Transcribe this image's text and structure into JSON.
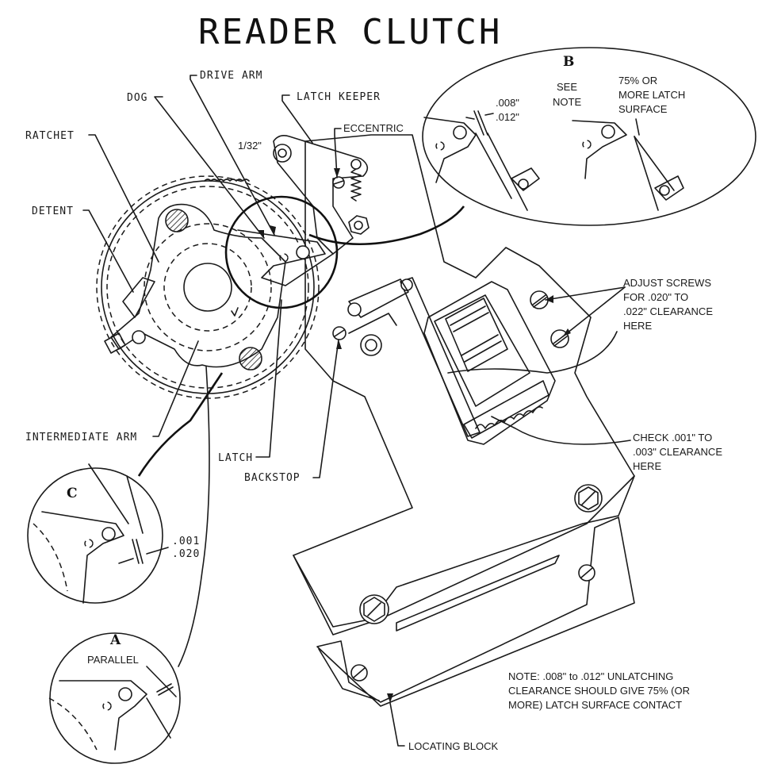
{
  "title": "READER CLUTCH",
  "labels": {
    "drive_arm": "DRIVE ARM",
    "dog": "DOG",
    "latch_keeper": "LATCH KEEPER",
    "eccentric": "ECCENTRIC",
    "ratchet": "RATCHET",
    "detent": "DETENT",
    "gap_132": "1/32\"",
    "intermediate_arm": "INTERMEDIATE ARM",
    "latch": "LATCH",
    "backstop": "BACKSTOP",
    "locating_block": "LOCATING BLOCK"
  },
  "callouts": {
    "adjust_screws": [
      "ADJUST SCREWS",
      "FOR .020\" TO",
      ".022\" CLEARANCE",
      "HERE"
    ],
    "check_clearance": [
      "CHECK .001\" TO",
      ".003\" CLEARANCE",
      "HERE"
    ],
    "note": [
      "NOTE:  .008\" to .012\" UNLATCHING",
      "CLEARANCE SHOULD GIVE 75% (OR",
      "MORE) LATCH SURFACE CONTACT"
    ]
  },
  "detail_b": {
    "letter": "B",
    "see_note": [
      "SEE",
      "NOTE"
    ],
    "gap": [
      ".008\"",
      ".012\""
    ],
    "surface": [
      "75% OR",
      "MORE LATCH",
      "SURFACE"
    ]
  },
  "detail_c": {
    "letter": "C",
    "gap": [
      ".001",
      ".020"
    ]
  },
  "detail_a": {
    "letter": "A",
    "parallel": "PARALLEL"
  }
}
